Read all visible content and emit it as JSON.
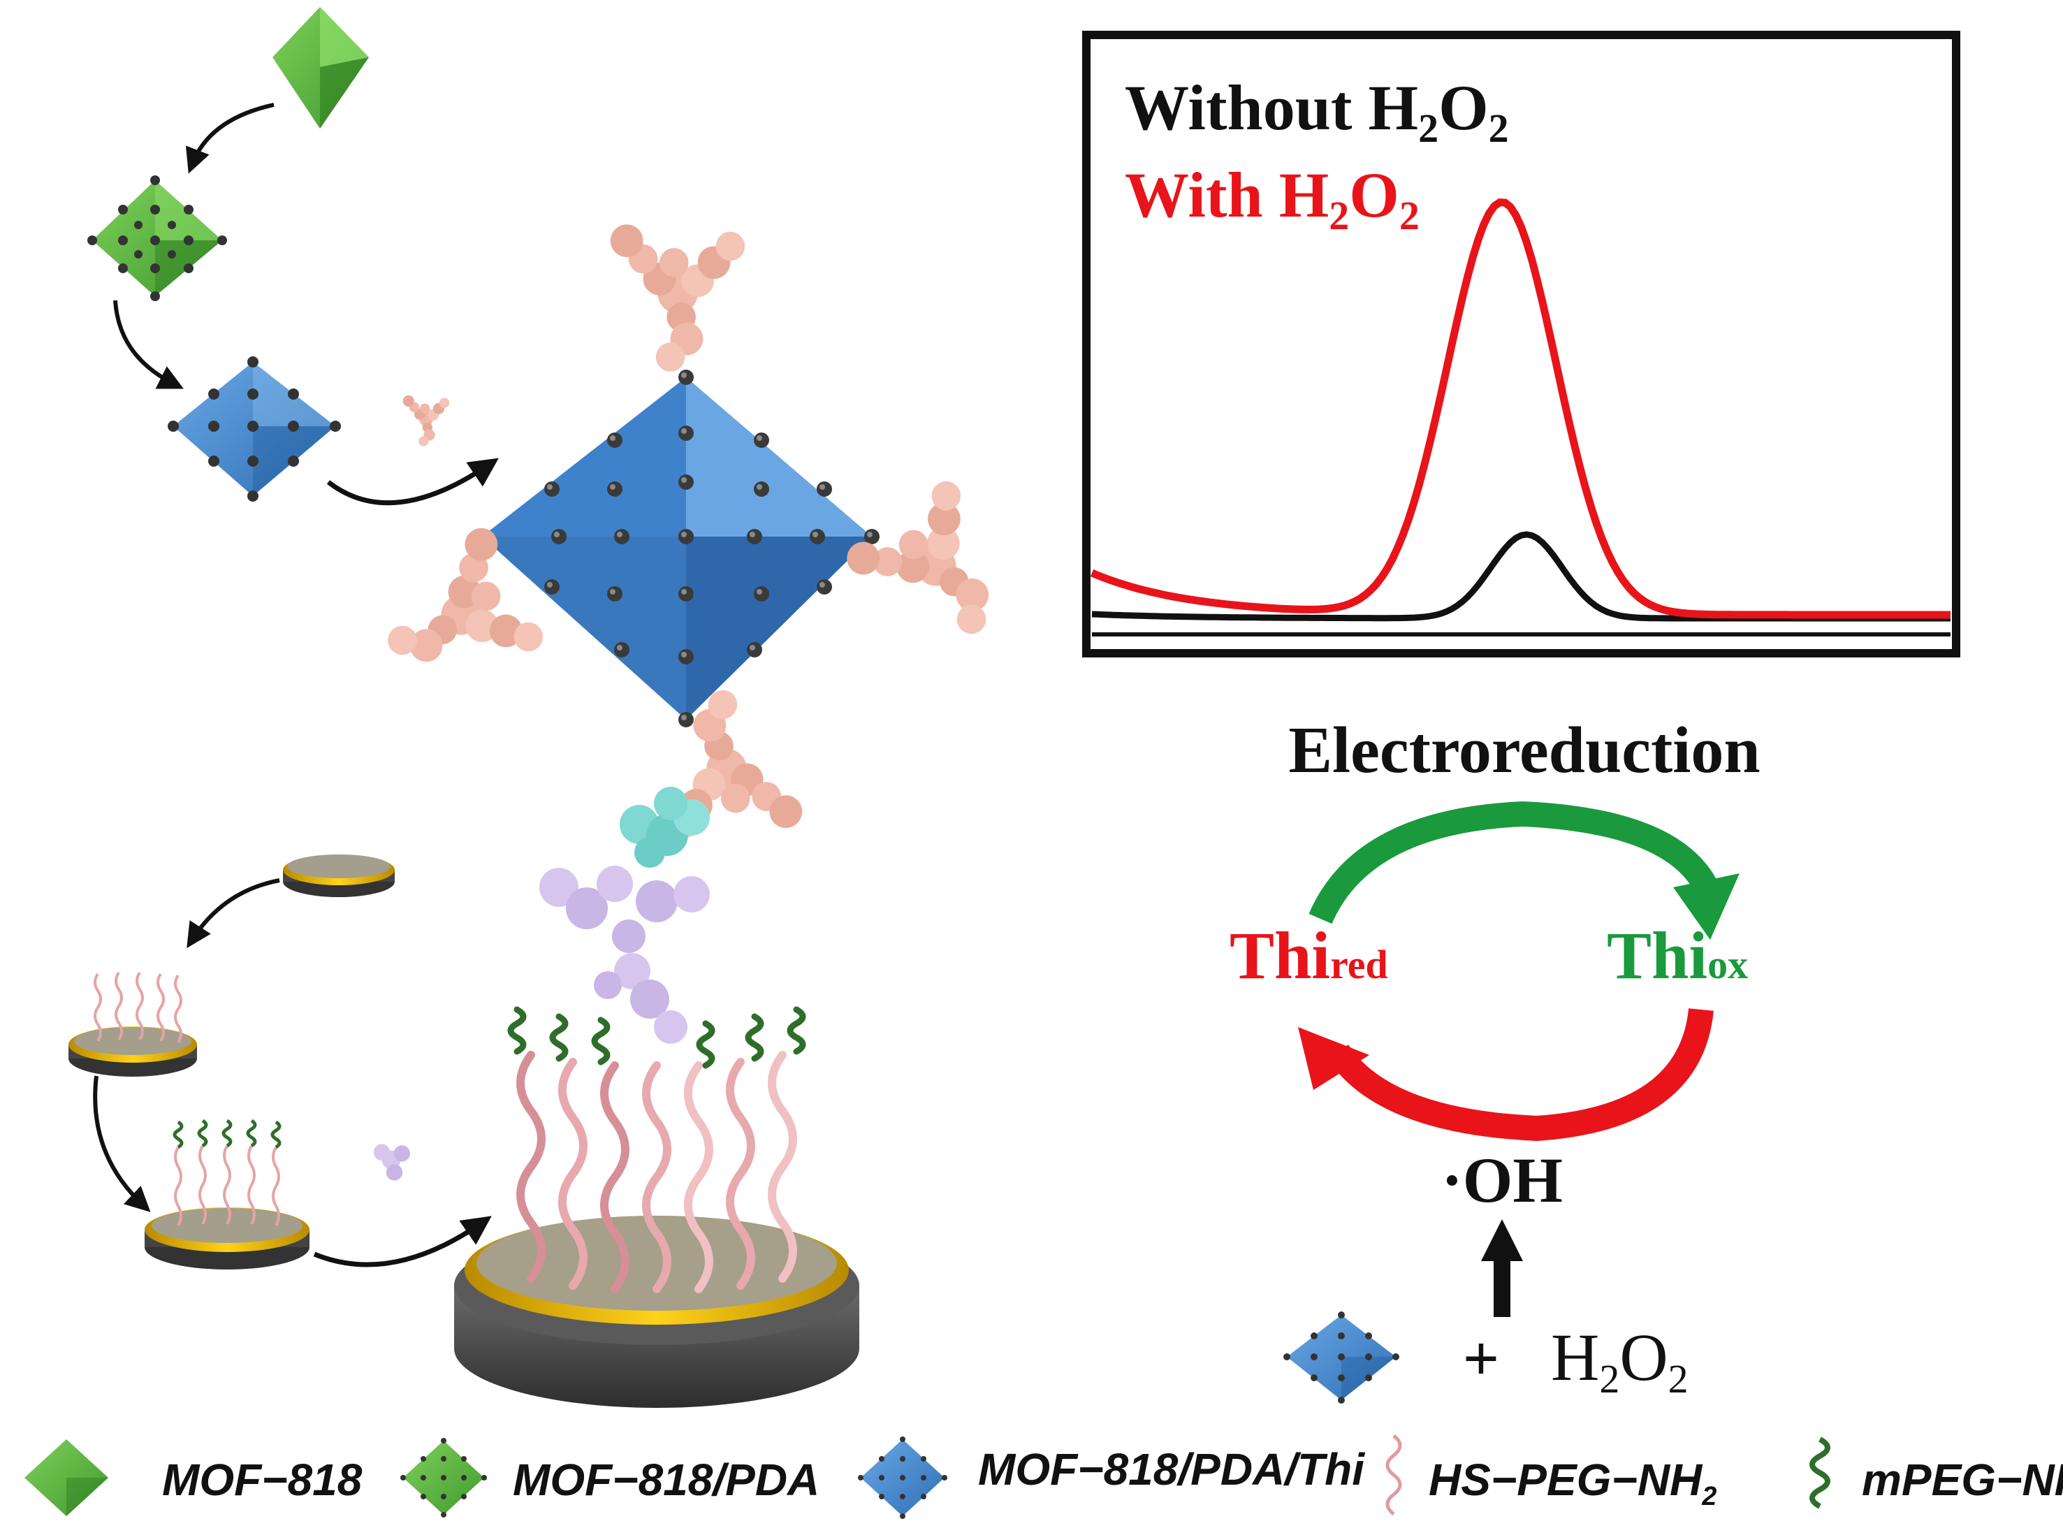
{
  "chart": {
    "legend_without": "Without H",
    "legend_with": "With H",
    "h2o2_sub": "2",
    "h2o2_o": "O",
    "colors": {
      "without": "#111111",
      "with": "#e8141a"
    }
  },
  "chart_data": {
    "type": "line",
    "title": "",
    "xlabel": "",
    "ylabel": "",
    "series": [
      {
        "name": "Without H2O2",
        "color": "#111111"
      },
      {
        "name": "With H2O2",
        "color": "#e8141a"
      }
    ],
    "grid": false,
    "legend": "top-left"
  },
  "cycle": {
    "title": "Electroreduction",
    "thi": "Thi",
    "red_sub": "red",
    "ox_sub": "ox",
    "oh": "·OH",
    "plus": "+",
    "h": "H",
    "two": "2",
    "o": "O",
    "colors": {
      "green": "#1a9a3c",
      "red": "#e8141a"
    }
  },
  "legend": {
    "mof818": "MOF−818",
    "mof818_pda": "MOF−818/PDA",
    "mof818_pda_thi": "MOF−818/PDA/Thi",
    "hs_peg_nh": "HS−PEG−NH",
    "mpeg_nh": "mPEG−NH",
    "nh_sub": "2"
  },
  "icons": {
    "octahedron_green": "green-octahedron-icon",
    "octahedron_pda": "green-dotted-octahedron-icon",
    "octahedron_blue": "blue-dotted-octahedron-icon",
    "helix_pink": "pink-helix-icon",
    "helix_green": "green-helix-icon",
    "electrode": "gold-electrode-icon",
    "antibody": "antibody-icon"
  }
}
